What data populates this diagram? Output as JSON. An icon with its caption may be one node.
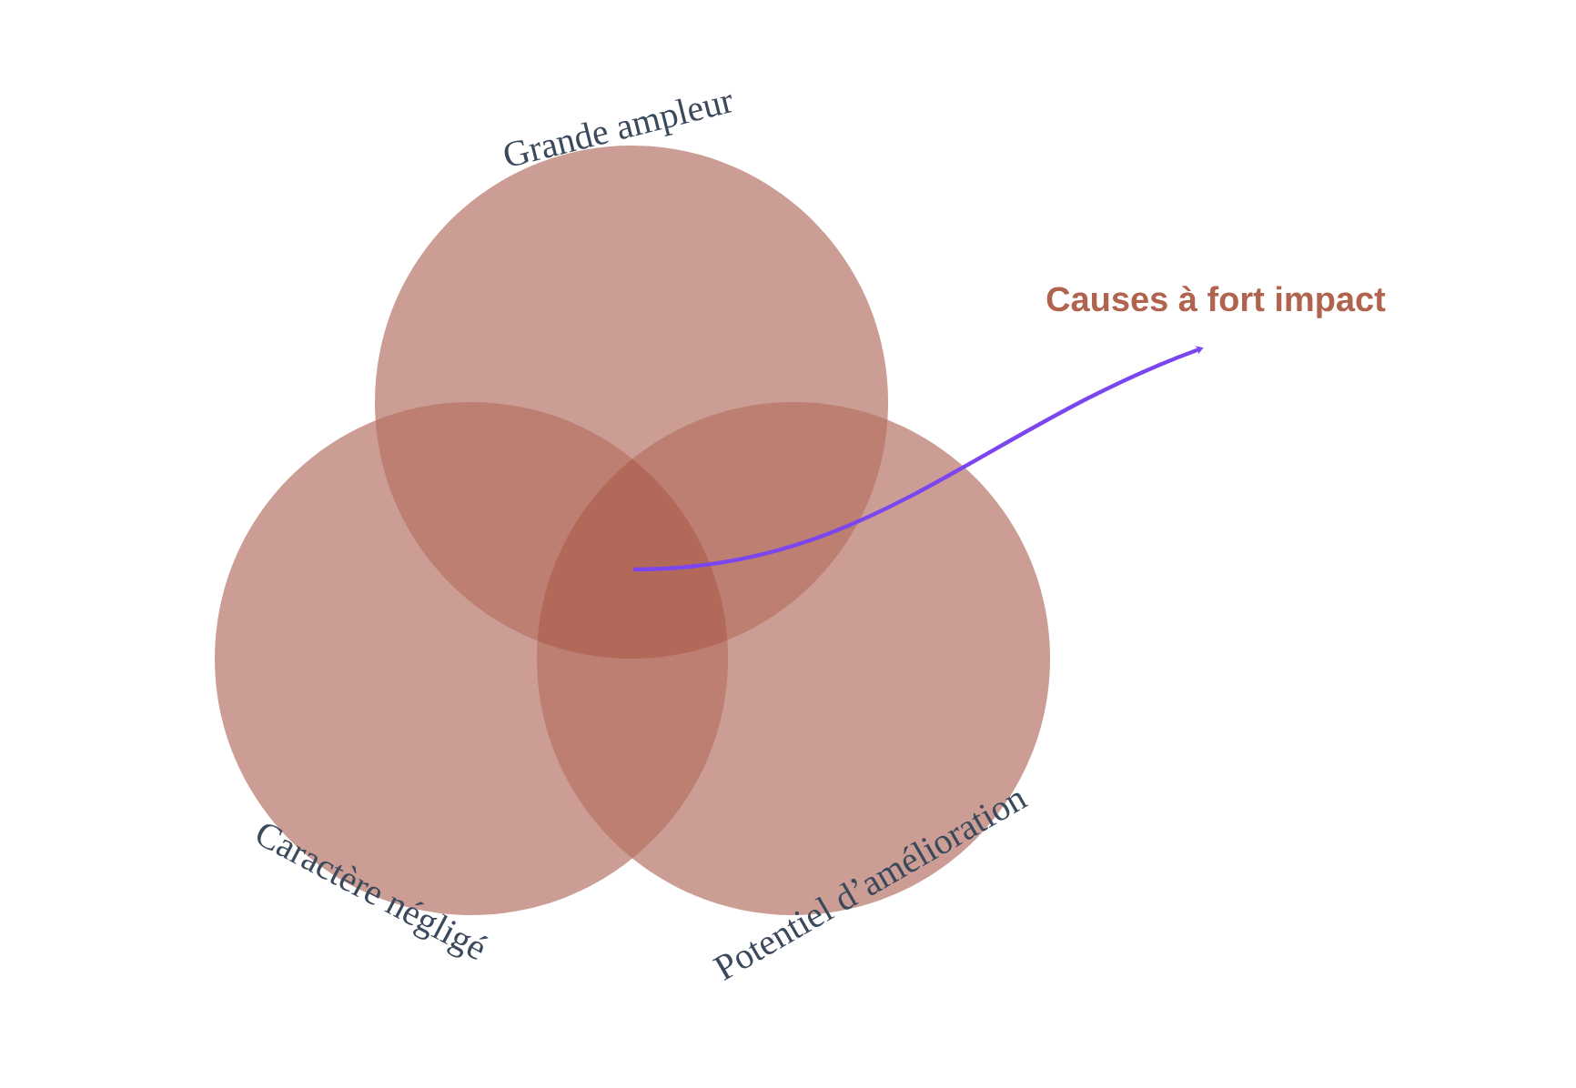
{
  "diagram": {
    "nodes": [
      {
        "text": [
          "Grande ampleur"
        ]
      },
      {
        "text": [
          "Caractère négligé"
        ]
      },
      {
        "text": [
          "Potentiel d’amélioration"
        ]
      },
      {
        "text": [
          "Causes à fort impact"
        ]
      }
    ],
    "edges": [
      {
        "from": null,
        "to": 3,
        "arrow": "to"
      }
    ]
  }
}
